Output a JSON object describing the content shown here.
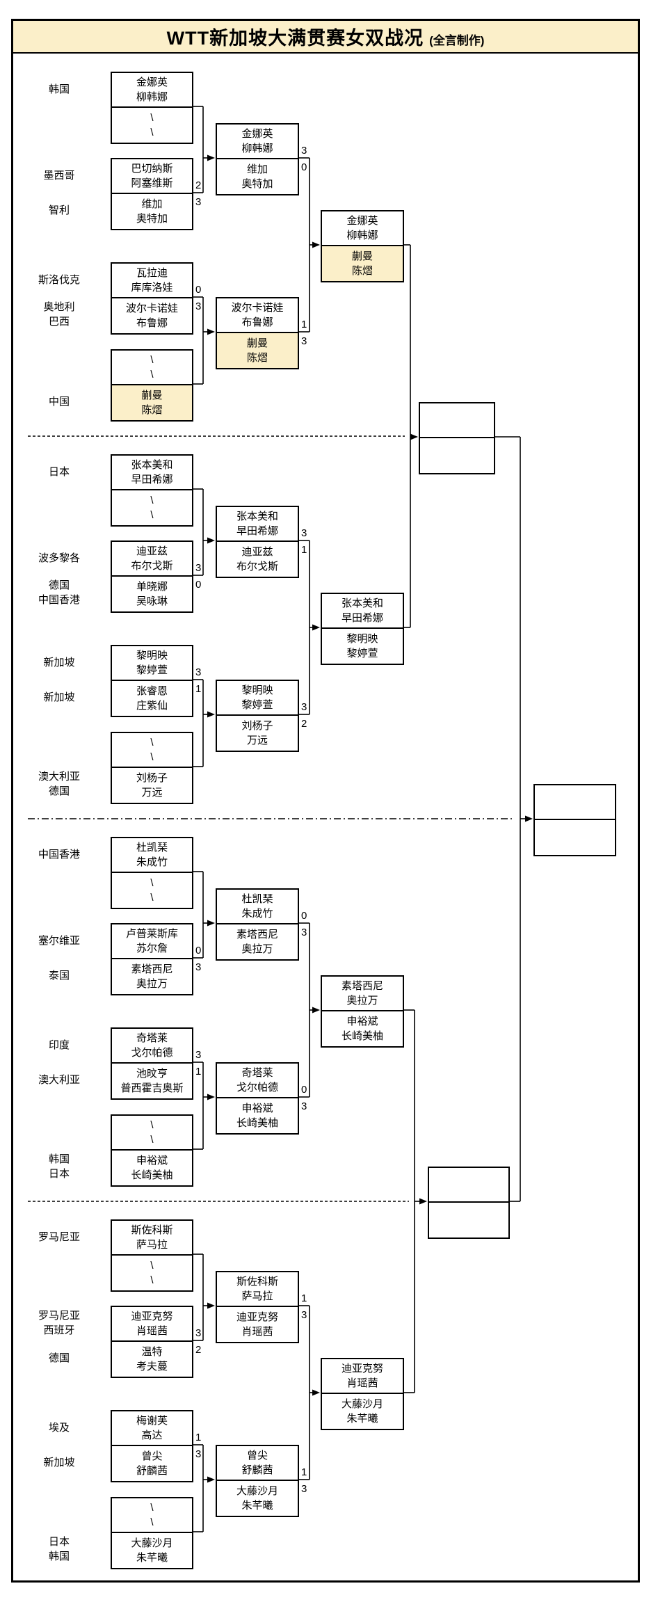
{
  "title": "WTT新加坡大满贯赛女双战况",
  "credit": "(全言制作)",
  "bye_symbol": "\\",
  "colors": {
    "banner_bg": "#FBEFC9",
    "highlight_bg": "#FBEFC9",
    "line": "#000000",
    "box_bg": "#FFFFFF"
  },
  "quarters": [
    {
      "matches": [
        {
          "top": {
            "country": [
              "韩国"
            ],
            "players": [
              "金娜英",
              "柳韩娜"
            ]
          },
          "bottom": {
            "bye": true
          }
        },
        {
          "top": {
            "country": [
              "墨西哥"
            ],
            "players": [
              "巴切纳斯",
              "阿塞维斯"
            ],
            "score": "2"
          },
          "bottom": {
            "country": [
              "智利"
            ],
            "players": [
              "维加",
              "奥特加"
            ],
            "score": "3"
          }
        },
        {
          "top": {
            "country": [
              "斯洛伐克"
            ],
            "players": [
              "瓦拉迪",
              "库库洛娃"
            ],
            "score": "0"
          },
          "bottom": {
            "country": [
              "奥地利",
              "巴西"
            ],
            "players": [
              "波尔卡诺娃",
              "布鲁娜"
            ],
            "score": "3"
          }
        },
        {
          "top": {
            "bye": true
          },
          "bottom": {
            "country": [
              "中国"
            ],
            "players": [
              "蒯曼",
              "陈熠"
            ],
            "highlight": true
          }
        }
      ],
      "r2": [
        {
          "top": {
            "players": [
              "金娜英",
              "柳韩娜"
            ],
            "score": "3"
          },
          "bottom": {
            "players": [
              "维加",
              "奥特加"
            ],
            "score": "0"
          }
        },
        {
          "top": {
            "players": [
              "波尔卡诺娃",
              "布鲁娜"
            ],
            "score": "1"
          },
          "bottom": {
            "players": [
              "蒯曼",
              "陈熠"
            ],
            "score": "3",
            "highlight": true
          }
        }
      ],
      "qf": {
        "top": {
          "players": [
            "金娜英",
            "柳韩娜"
          ]
        },
        "bottom": {
          "players": [
            "蒯曼",
            "陈熠"
          ],
          "highlight": true
        }
      }
    },
    {
      "matches": [
        {
          "top": {
            "country": [
              "日本"
            ],
            "players": [
              "张本美和",
              "早田希娜"
            ]
          },
          "bottom": {
            "bye": true
          }
        },
        {
          "top": {
            "country": [
              "波多黎各"
            ],
            "players": [
              "迪亚兹",
              "布尔戈斯"
            ],
            "score": "3"
          },
          "bottom": {
            "country": [
              "德国",
              "中国香港"
            ],
            "players": [
              "单晓娜",
              "吴咏琳"
            ],
            "score": "0"
          }
        },
        {
          "top": {
            "country": [
              "新加坡"
            ],
            "players": [
              "黎明映",
              "黎婷萱"
            ],
            "score": "3"
          },
          "bottom": {
            "country": [
              "新加坡"
            ],
            "players": [
              "张睿恩",
              "庄紫仙"
            ],
            "score": "1"
          }
        },
        {
          "top": {
            "bye": true
          },
          "bottom": {
            "country": [
              "澳大利亚",
              "德国"
            ],
            "players": [
              "刘杨子",
              "万远"
            ]
          }
        }
      ],
      "r2": [
        {
          "top": {
            "players": [
              "张本美和",
              "早田希娜"
            ],
            "score": "3"
          },
          "bottom": {
            "players": [
              "迪亚兹",
              "布尔戈斯"
            ],
            "score": "1"
          }
        },
        {
          "top": {
            "players": [
              "黎明映",
              "黎婷萱"
            ],
            "score": "3"
          },
          "bottom": {
            "players": [
              "刘杨子",
              "万远"
            ],
            "score": "2"
          }
        }
      ],
      "qf": {
        "top": {
          "players": [
            "张本美和",
            "早田希娜"
          ]
        },
        "bottom": {
          "players": [
            "黎明映",
            "黎婷萱"
          ]
        }
      }
    },
    {
      "matches": [
        {
          "top": {
            "country": [
              "中国香港"
            ],
            "players": [
              "杜凯琹",
              "朱成竹"
            ]
          },
          "bottom": {
            "bye": true
          }
        },
        {
          "top": {
            "country": [
              "塞尔维亚"
            ],
            "players": [
              "卢普莱斯库",
              "苏尔詹"
            ],
            "score": "0"
          },
          "bottom": {
            "country": [
              "泰国"
            ],
            "players": [
              "素塔西尼",
              "奥拉万"
            ],
            "score": "3"
          }
        },
        {
          "top": {
            "country": [
              "印度"
            ],
            "players": [
              "奇塔莱",
              "戈尔帕德"
            ],
            "score": "3"
          },
          "bottom": {
            "country": [
              "澳大利亚"
            ],
            "players": [
              "池旼亨",
              "普西霍吉奥斯"
            ],
            "score": "1"
          }
        },
        {
          "top": {
            "bye": true
          },
          "bottom": {
            "country": [
              "韩国",
              "日本"
            ],
            "players": [
              "申裕斌",
              "长崎美柚"
            ]
          }
        }
      ],
      "r2": [
        {
          "top": {
            "players": [
              "杜凯琹",
              "朱成竹"
            ],
            "score": "0"
          },
          "bottom": {
            "players": [
              "素塔西尼",
              "奥拉万"
            ],
            "score": "3"
          }
        },
        {
          "top": {
            "players": [
              "奇塔莱",
              "戈尔帕德"
            ],
            "score": "0"
          },
          "bottom": {
            "players": [
              "申裕斌",
              "长崎美柚"
            ],
            "score": "3"
          }
        }
      ],
      "qf": {
        "top": {
          "players": [
            "素塔西尼",
            "奥拉万"
          ]
        },
        "bottom": {
          "players": [
            "申裕斌",
            "长崎美柚"
          ]
        }
      }
    },
    {
      "matches": [
        {
          "top": {
            "country": [
              "罗马尼亚"
            ],
            "players": [
              "斯佐科斯",
              "萨马拉"
            ]
          },
          "bottom": {
            "bye": true
          }
        },
        {
          "top": {
            "country": [
              "罗马尼亚",
              "西班牙"
            ],
            "players": [
              "迪亚克努",
              "肖瑶茜"
            ],
            "score": "3"
          },
          "bottom": {
            "country": [
              "德国"
            ],
            "players": [
              "温特",
              "考夫蔓"
            ],
            "score": "2"
          }
        },
        {
          "top": {
            "country": [
              "埃及"
            ],
            "players": [
              "梅谢芙",
              "高达"
            ],
            "score": "1"
          },
          "bottom": {
            "country": [
              "新加坡"
            ],
            "players": [
              "曾尖",
              "舒麟茜"
            ],
            "score": "3"
          }
        },
        {
          "top": {
            "bye": true
          },
          "bottom": {
            "country": [
              "日本",
              "韩国"
            ],
            "players": [
              "大藤沙月",
              "朱芊曦"
            ]
          }
        }
      ],
      "r2": [
        {
          "top": {
            "players": [
              "斯佐科斯",
              "萨马拉"
            ],
            "score": "1"
          },
          "bottom": {
            "players": [
              "迪亚克努",
              "肖瑶茜"
            ],
            "score": "3"
          }
        },
        {
          "top": {
            "players": [
              "曾尖",
              "舒麟茜"
            ],
            "score": "1"
          },
          "bottom": {
            "players": [
              "大藤沙月",
              "朱芊曦"
            ],
            "score": "3"
          }
        }
      ],
      "qf": {
        "top": {
          "players": [
            "迪亚克努",
            "肖瑶茜"
          ]
        },
        "bottom": {
          "players": [
            "大藤沙月",
            "朱芊曦"
          ]
        }
      }
    }
  ],
  "semifinals": [
    {
      "top": "",
      "bottom": ""
    },
    {
      "top": "",
      "bottom": ""
    }
  ],
  "final": {
    "top": "",
    "bottom": ""
  }
}
